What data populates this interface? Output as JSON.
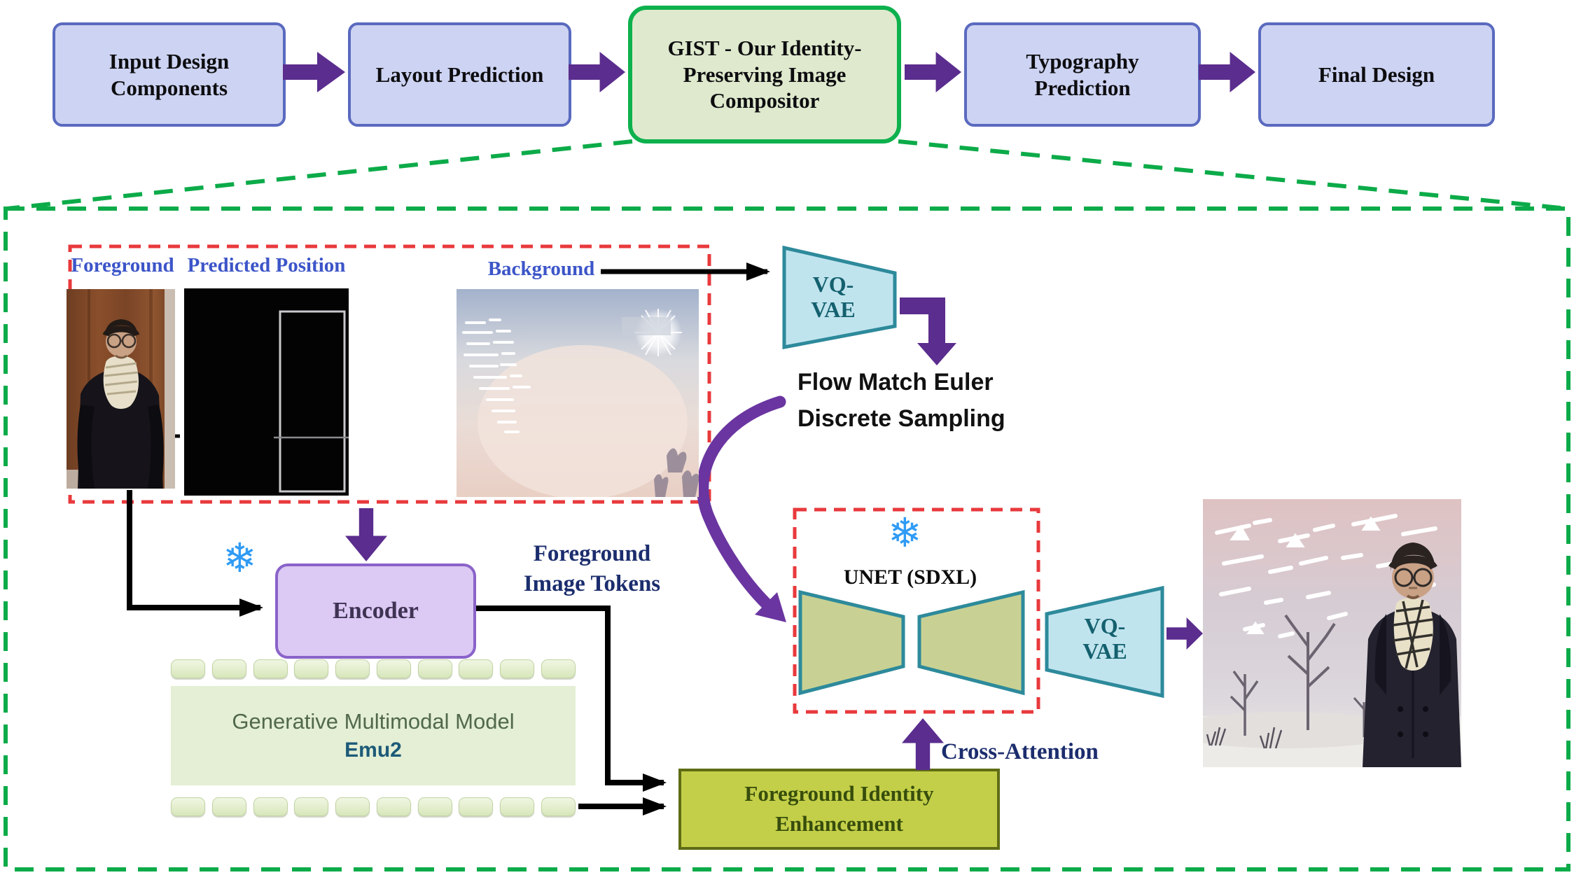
{
  "figure": {
    "pipeline": {
      "steps": [
        {
          "lines": [
            "Input Design",
            "Components"
          ]
        },
        {
          "lines": [
            "Layout Prediction"
          ]
        },
        {
          "lines": [
            "GIST - Our Identity-",
            "Preserving Image",
            "Compositor"
          ]
        },
        {
          "lines": [
            "Typography",
            "Prediction"
          ]
        },
        {
          "lines": [
            "Final Design"
          ]
        }
      ]
    },
    "inputs": {
      "foreground_label": "Foreground",
      "predicted_position_label": "Predicted Position",
      "background_label": "Background"
    },
    "vq_vae_encoder": {
      "line1": "VQ-",
      "line2": "VAE"
    },
    "flow_sampling": {
      "line1": "Flow Match Euler",
      "line2": "Discrete Sampling"
    },
    "encoder_label": "Encoder",
    "foreground_tokens": {
      "line1": "Foreground",
      "line2": "Image Tokens"
    },
    "generative_model": {
      "title": "Generative Multimodal Model",
      "name": "Emu2"
    },
    "identity_enhancement": {
      "line1": "Foreground Identity",
      "line2": "Enhancement"
    },
    "cross_attention_label": "Cross-Attention",
    "unet_label": "UNET (SDXL)",
    "vq_vae_decoder": {
      "line1": "VQ-",
      "line2": "VAE"
    },
    "snowflake_glyph": "❄",
    "colors": {
      "pipeline_box_fill": "#cdd3f2",
      "pipeline_box_border": "#5a6abf",
      "gist_box_fill": "#dfe9cd",
      "gist_box_border": "#0db14d",
      "purple_arrow": "#5b2d8e",
      "red_dashed": "#e8393c",
      "green_dashed": "#0cab49",
      "blue_label": "#3c55c8",
      "navy_label": "#1b2d6d",
      "vqvae_fill": "#c0e4ee",
      "vqvae_stroke": "#2d8a9b",
      "unet_trapezoid_fill": "#c8d193",
      "encoder_fill": "#dcc9f4",
      "encoder_border": "#8a63c9",
      "fie_fill": "#c3cf48",
      "fie_border": "#5f6c15",
      "gmm_fill": "#e4efd5",
      "snowflake_blue": "#2f9bf4"
    }
  }
}
